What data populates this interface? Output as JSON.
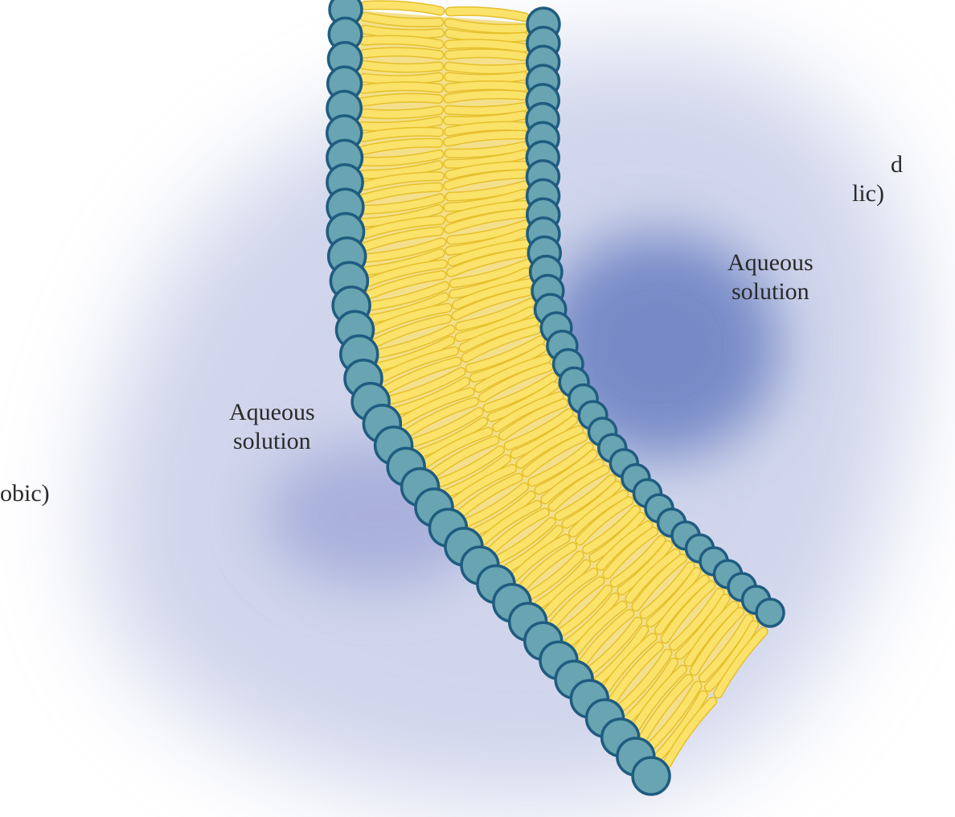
{
  "labels": {
    "left_top_fragment": [
      "d",
      "lic)"
    ],
    "left_bottom_fragment": "obic)",
    "aqueous_left": [
      "Aqueous",
      "solution"
    ],
    "aqueous_right": [
      "Aqueous",
      "solution"
    ]
  },
  "colors": {
    "head_fill": "#68a4b1",
    "head_stroke": "#1f5c80",
    "tail_fill": "#fbe26a",
    "tail_stroke": "#e6c02b",
    "solution_tint": "#4a64b4"
  }
}
